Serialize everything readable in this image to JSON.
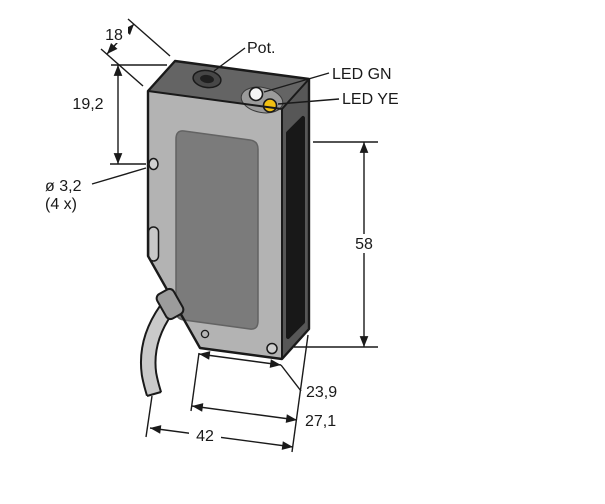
{
  "diagram": {
    "type": "technical-dimension-drawing",
    "labels": {
      "pot": "Pot.",
      "led_green": "LED GN",
      "led_yellow": "LED YE",
      "hole_diameter": "ø 3,2",
      "hole_count": "(4 x)"
    },
    "dimensions": {
      "depth": "18",
      "hole_offset": "19,2",
      "height": "58",
      "bottom_inner_width": "23,9",
      "bottom_outer_width": "27,1",
      "overall_width": "42"
    },
    "colors": {
      "led_yellow": "#f2c011",
      "led_green_lens": "#f5f5f5",
      "body_front": "#b3b3b3",
      "body_top": "#646464",
      "body_side": "#575757",
      "front_inset": "#7b7b7b",
      "optical_window": "#181818",
      "cable": "#cacaca",
      "line": "#1a1a1a"
    }
  }
}
